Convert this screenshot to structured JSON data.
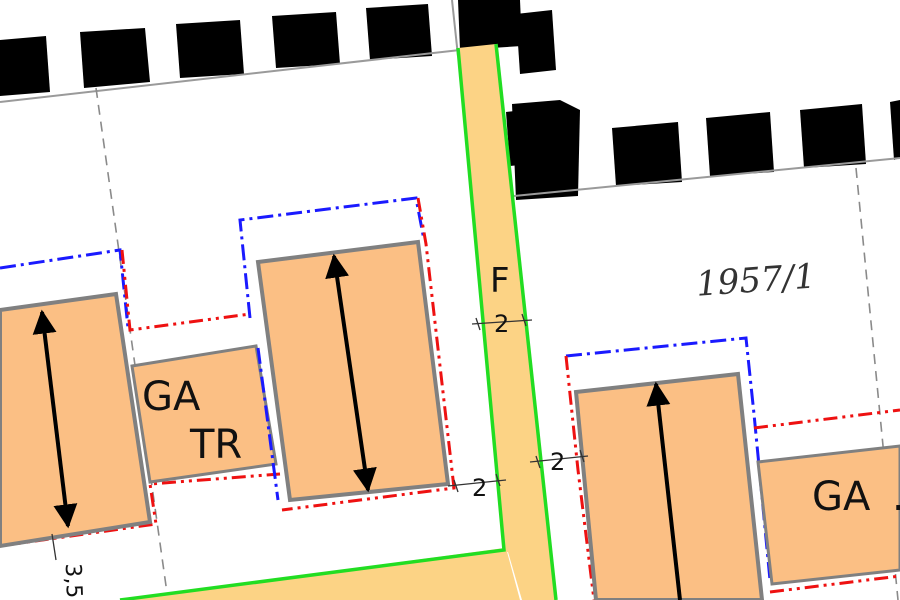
{
  "labels": {
    "parcel_number": "1957/1",
    "path_label": "F",
    "garage_left_line1": "GA",
    "garage_left_line2": "TR",
    "garage_right": "GA",
    "garage_right_suffix": ".",
    "dim_path_top": "2",
    "dim_building_right": "2",
    "dim_path_right": "2",
    "dim_left_partial": "3,5"
  },
  "colors": {
    "paper": "#ffffff",
    "building_fill": "#fbbf84",
    "building_stroke": "#808080",
    "path_fill": "#fcd385",
    "green_boundary": "#22dd22",
    "blue_building_line": "#1a1aff",
    "red_building_limit": "#ee1111",
    "existing_block": "#000000",
    "parcel_dashed": "#8a8a8a",
    "label_text": "#111111",
    "parcel_number_text": "#333333"
  },
  "symbols": {
    "roof_direction": "double-headed-arrow",
    "dimension_tick": "cross-tick"
  }
}
